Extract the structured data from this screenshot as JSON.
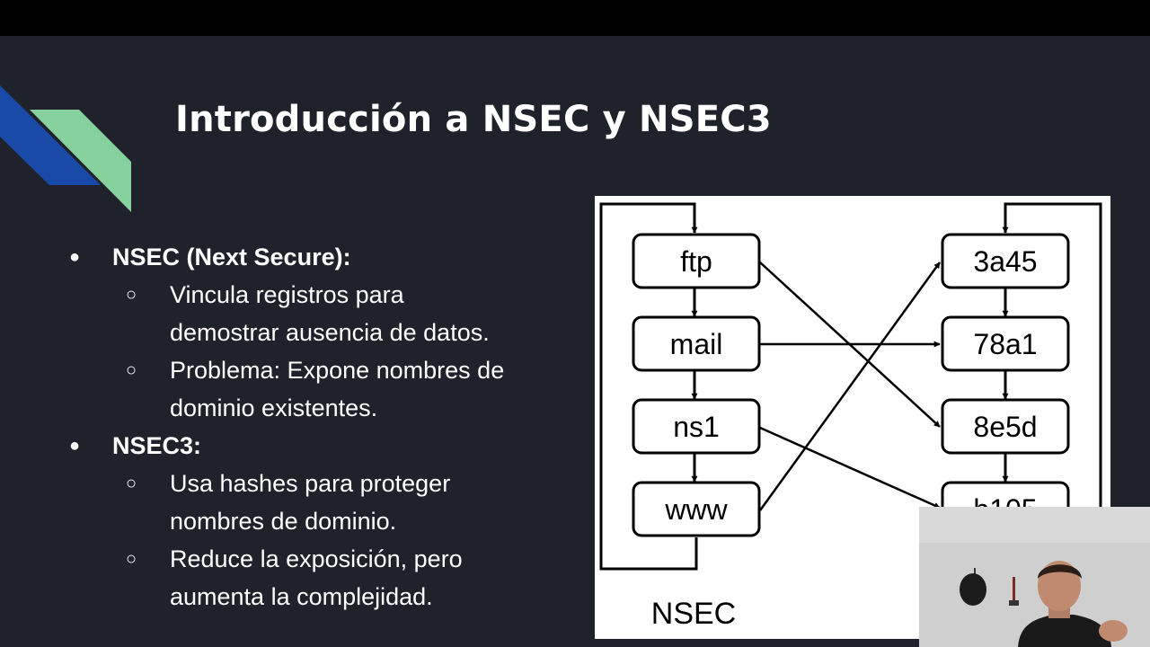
{
  "slide": {
    "title": "Introducción a NSEC y NSEC3",
    "bullets": [
      {
        "label": "NSEC (Next Secure):",
        "sub": [
          [
            "Vincula registros para",
            "demostrar ausencia de datos."
          ],
          [
            "Problema: Expone nombres de",
            "dominio existentes."
          ]
        ]
      },
      {
        "label": "NSEC3:",
        "sub": [
          [
            "Usa hashes para proteger",
            "nombres de dominio."
          ],
          [
            "Reduce la exposición, pero",
            "aumenta la complejidad."
          ]
        ]
      }
    ]
  },
  "diagram": {
    "left_nodes": [
      "ftp",
      "mail",
      "ns1",
      "www"
    ],
    "right_nodes": [
      "3a45",
      "78a1",
      "8e5d",
      "b105"
    ],
    "caption": "NSEC"
  },
  "colors": {
    "background": "#1f212b",
    "accent_blue": "#1a4aa8",
    "accent_green": "#86d19e"
  }
}
